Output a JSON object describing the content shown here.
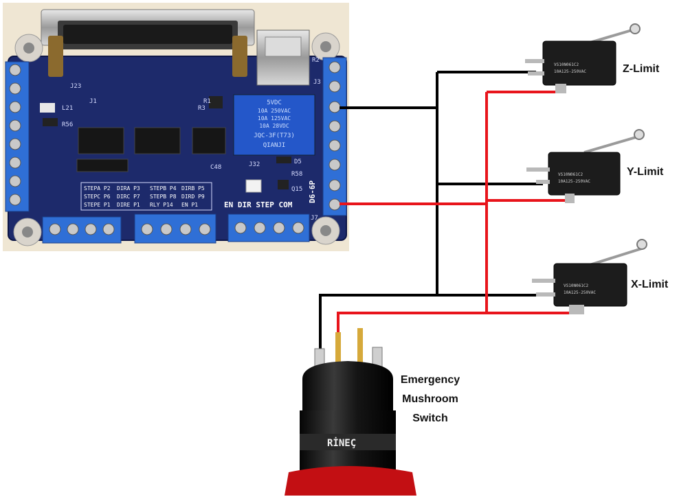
{
  "board": {
    "bottom_pins": "EN  DIR  STEP  COM",
    "side_pins": "D6-6P",
    "pin_table": [
      [
        "STEPA P2",
        "DIRA P3",
        "STEPB P4",
        "DIRB P5"
      ],
      [
        "STEPC P6",
        "DIRC P7",
        "STEPB P8",
        "DIRD P9"
      ],
      [
        "STEPE P1",
        "DIRE P1",
        "RLY P14",
        "EN P1"
      ]
    ],
    "relay_lines": [
      "JQC-3F(T73)",
      "QIANJI",
      "5VDC",
      "10A 250VAC",
      "10A 125VAC",
      "10A 28VDC"
    ],
    "refs": [
      "J23",
      "J1",
      "R2",
      "R3",
      "R1",
      "L21",
      "R56",
      "C48",
      "J32",
      "D5",
      "R58",
      "Q15",
      "J7",
      "J3"
    ]
  },
  "switches": {
    "body_lines": [
      "VS10N061C2",
      "10A125-250VAC"
    ]
  },
  "labels": {
    "z_limit": "Z-Limit",
    "y_limit": "Y-Limit",
    "x_limit": "X-Limit",
    "emergency": [
      "Emergency",
      "Mushroom",
      "Switch"
    ],
    "button_marking": "RİNEÇ"
  },
  "colors": {
    "ground_wire": "#000000",
    "signal_wire": "#e8141b",
    "pcb": "#1d2a6b",
    "terminal_block": "#2f6fd6"
  }
}
